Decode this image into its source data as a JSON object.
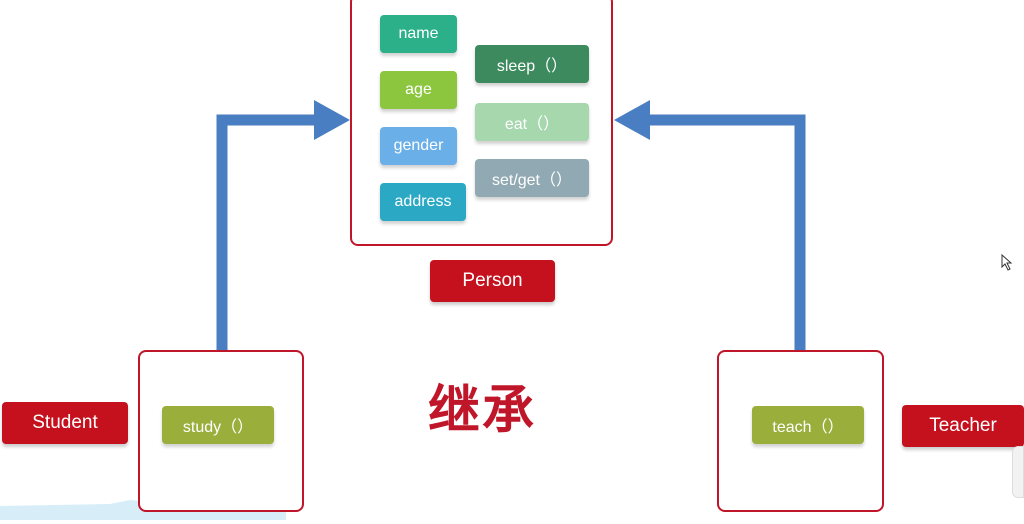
{
  "colors": {
    "frame": "#c0162a",
    "arrow": "#4a7ec2",
    "label_red": "#c4111d"
  },
  "person": {
    "label": "Person",
    "fields": [
      {
        "text": "name",
        "color": "#2bb08a"
      },
      {
        "text": "age",
        "color": "#8cc63f"
      },
      {
        "text": "gender",
        "color": "#6aafe8"
      },
      {
        "text": "address",
        "color": "#2aa8c4"
      }
    ],
    "methods": [
      {
        "text": "sleep（）",
        "color": "#3c8a5e"
      },
      {
        "text": "eat（）",
        "color": "#a6d7ad"
      },
      {
        "text": "set/get（）",
        "color": "#90a9b2"
      }
    ]
  },
  "student": {
    "label": "Student",
    "method": {
      "text": "study（）",
      "color": "#9aae3c"
    }
  },
  "teacher": {
    "label": "Teacher",
    "method": {
      "text": "teach（）",
      "color": "#9aae3c"
    }
  },
  "center_title": "继承"
}
